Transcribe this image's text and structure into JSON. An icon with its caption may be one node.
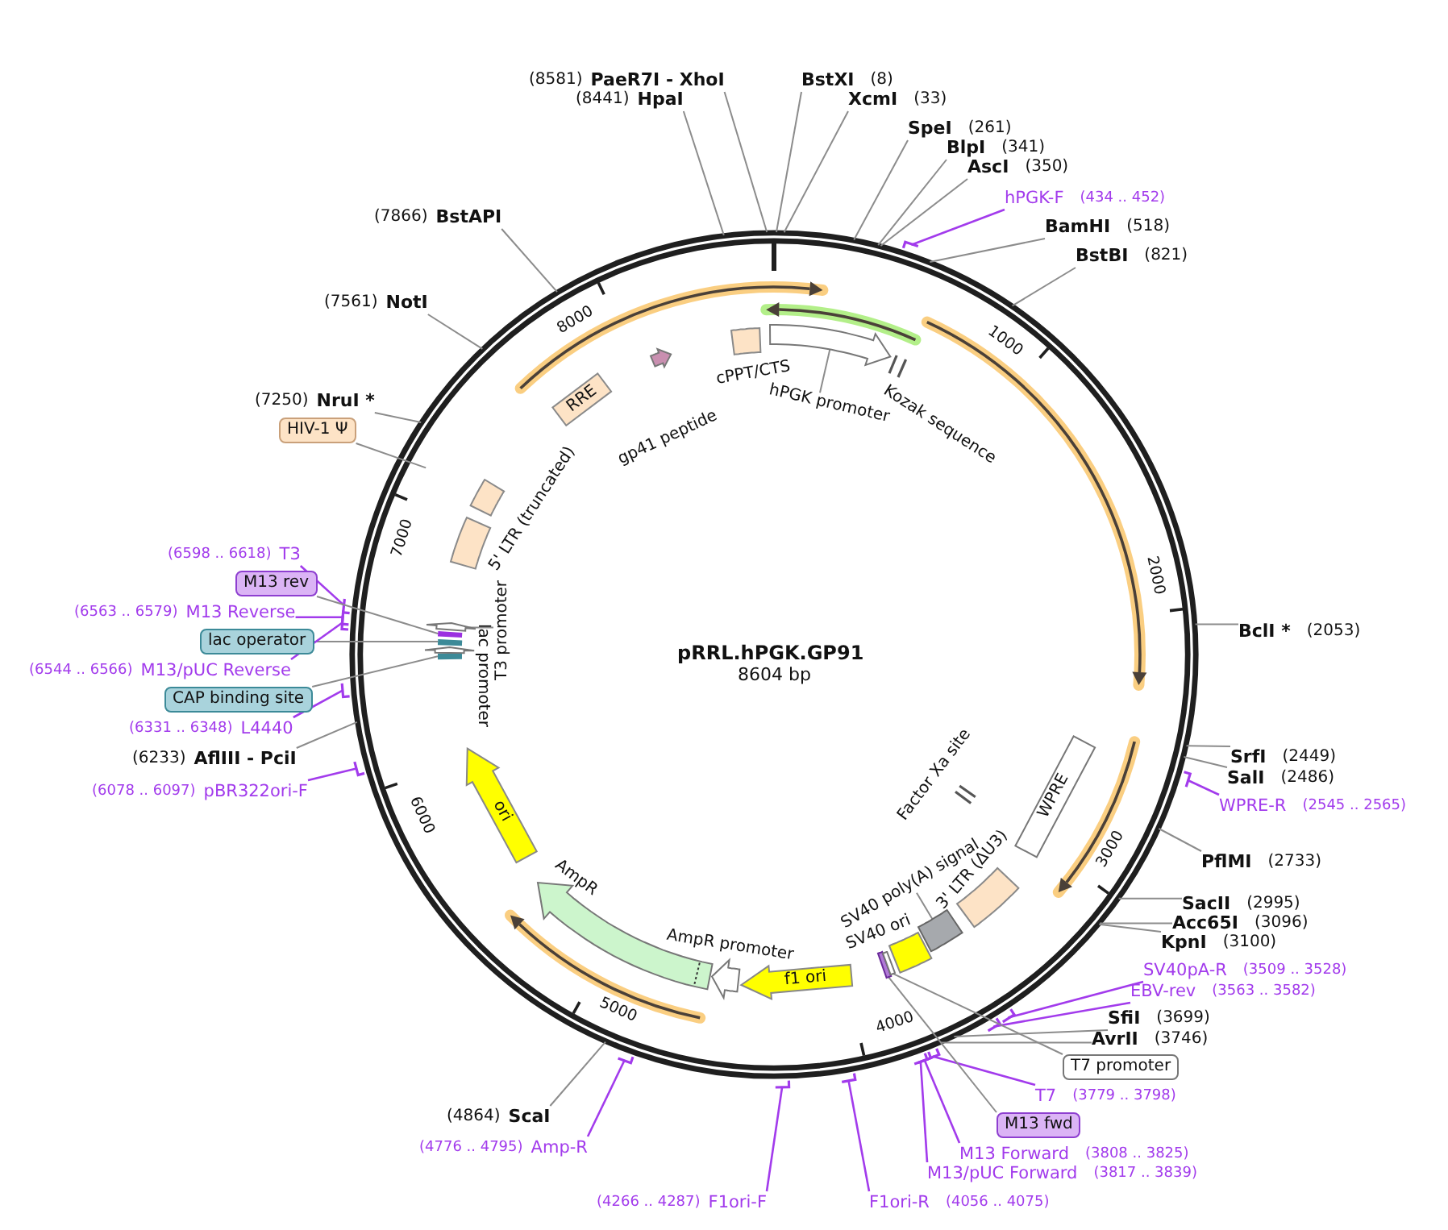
{
  "diagram": {
    "title": "pRRL.hPGK.GP91",
    "nodes": [
      {
        "text": [
          "(8581)",
          "PaeR7I - XhoI"
        ]
      },
      {
        "text": [
          "BstXI",
          "(8)"
        ]
      },
      {
        "text": [
          "(8441)",
          "HpaI"
        ]
      },
      {
        "text": [
          "XcmI",
          "(33)"
        ]
      },
      {
        "text": [
          "SpeI",
          "(261)"
        ]
      },
      {
        "text": [
          "BlpI",
          "(341)"
        ]
      },
      {
        "text": [
          "AscI",
          "(350)"
        ]
      },
      {
        "text": [
          "hPGK-F",
          "(434 .. 452)"
        ]
      },
      {
        "text": [
          "(7866)",
          "BstAPI"
        ]
      },
      {
        "text": [
          "BamHI",
          "(518)"
        ]
      },
      {
        "text": [
          "BstBI",
          "(821)"
        ]
      },
      {
        "text": [
          "(7561)",
          "NotI"
        ]
      },
      {
        "text": [],
        "shape": "box",
        "beside": [
          "cPPT/CTS"
        ]
      },
      {
        "text": [],
        "shape": "arrow"
      },
      {
        "text": [],
        "shape": "arrow"
      },
      {
        "text": [],
        "shape": "bar",
        "beside": [
          "Kozak sequence"
        ]
      },
      {
        "text": [
          "RRE"
        ]
      },
      {
        "text": [
          "hPGK promoter"
        ]
      },
      {
        "text": [
          "(7250)",
          "NruI *"
        ]
      },
      {
        "text": [
          "HIV-1 Ψ"
        ]
      },
      {
        "text": [],
        "shape": "box",
        "beside": [
          "5' LTR (truncated)"
        ]
      },
      {
        "text": [
          "(6598 .. 6618)",
          "T3"
        ]
      },
      {
        "text": [
          "M13 rev"
        ]
      },
      {
        "text": [
          "(6563 .. 6579)",
          "M13 Reverse"
        ]
      },
      {
        "text": [
          "BclI *",
          "(2053)"
        ]
      },
      {
        "text": [
          "lac operator"
        ]
      },
      {
        "text": [
          "T3 promoter"
        ]
      },
      {
        "text": [
          "(6544 .. 6566)",
          "M13/pUC Reverse"
        ]
      },
      {
        "text": [
          "CAP binding site"
        ]
      },
      {
        "text": [
          "(6331 .. 6348)",
          "L4440"
        ]
      },
      {
        "text": [
          "(6233)",
          "AflIII - PciI"
        ]
      },
      {
        "text": [
          "SrfI",
          "(2449)"
        ]
      },
      {
        "text": [
          "SalI",
          "(2486)"
        ]
      },
      {
        "text": [
          "(6078 .. 6097)",
          "pBR322ori-F"
        ]
      },
      {
        "text": [
          "WPRE-R",
          "(2545 .. 2565)"
        ]
      },
      {
        "text": [
          "WPRE"
        ]
      },
      {
        "text": [],
        "shape": "bar",
        "beside": [
          "Factor Xa site"
        ]
      },
      {
        "text": [
          "ori"
        ]
      },
      {
        "text": [
          "PflMI",
          "(2733)"
        ]
      },
      {
        "text": [],
        "shape": "box",
        "beside": [
          "3' LTR (ΔU3)"
        ]
      },
      {
        "text": [
          "SacII",
          "(2995)"
        ]
      },
      {
        "text": [
          "Acc65I",
          "(3096)"
        ]
      },
      {
        "text": [],
        "shape": "arrow",
        "beside": [
          "AmpR"
        ]
      },
      {
        "text": [
          "SV40 poly(A) signal"
        ]
      },
      {
        "text": [],
        "shape": "box"
      },
      {
        "text": [],
        "shape": "box",
        "beside": [
          "SV40 ori"
        ]
      },
      {
        "text": [
          "KpnI",
          "(3100)"
        ]
      },
      {
        "text": [],
        "shape": "arrow",
        "beside": [
          "AmpR promoter"
        ]
      },
      {
        "text": [
          "f1 ori"
        ]
      },
      {
        "text": [
          "SV40pA-R",
          "(3509 .. 3528)"
        ]
      },
      {
        "text": [
          "EBV-rev",
          "(3563 .. 3582)"
        ]
      },
      {
        "text": [
          "SfiI",
          "(3699)"
        ]
      },
      {
        "text": [
          "AvrII",
          "(3746)"
        ]
      },
      {
        "text": [
          "T7 promoter"
        ]
      },
      {
        "text": [
          "T7",
          "(3779 .. 3798)"
        ]
      },
      {
        "text": [
          "(4864)",
          "ScaI"
        ]
      },
      {
        "text": [
          "M13 fwd"
        ]
      },
      {
        "text": [
          "(4776 .. 4795)",
          "Amp-R"
        ]
      },
      {
        "text": [
          "M13 Forward",
          "(3808 .. 3825)"
        ]
      },
      {
        "text": [
          "M13/pUC Forward",
          "(3817 .. 3839)"
        ]
      },
      {
        "text": [
          "(4266 .. 4287)",
          "F1ori-F"
        ]
      },
      {
        "text": [
          "F1ori-R",
          "(4056 .. 4075)"
        ]
      },
      {
        "text": [],
        "shape": "arrow"
      },
      {
        "text": [],
        "shape": "box"
      },
      {
        "text": [],
        "shape": "box"
      },
      {
        "text": [],
        "shape": "arrow",
        "beside": [
          "lac promoter"
        ]
      },
      {
        "text": [],
        "shape": "box"
      },
      {
        "text": [],
        "shape": "box"
      },
      {
        "text": [],
        "shape": "box"
      }
    ],
    "edges": [
      {
        "from": 0,
        "to": null,
        "arrow": "none"
      },
      {
        "from": 1,
        "to": null,
        "arrow": "none"
      },
      {
        "from": 2,
        "to": null,
        "arrow": "none"
      },
      {
        "from": 3,
        "to": null,
        "arrow": "none"
      },
      {
        "from": 4,
        "to": null,
        "arrow": "none"
      },
      {
        "from": 5,
        "to": null,
        "arrow": "none"
      },
      {
        "from": 6,
        "to": null,
        "arrow": "none"
      },
      {
        "from": 7,
        "to": null,
        "arrow": "none",
        "color": "#a23bec"
      },
      {
        "from": 8,
        "to": null,
        "arrow": "none"
      },
      {
        "from": 9,
        "to": null,
        "arrow": "none"
      },
      {
        "from": 10,
        "to": null,
        "arrow": "none"
      },
      {
        "from": 11,
        "to": null,
        "arrow": "none"
      },
      {
        "from": 17,
        "to": 13,
        "arrow": "none"
      },
      {
        "from": 18,
        "to": null,
        "arrow": "none"
      },
      {
        "from": 19,
        "to": null,
        "arrow": "none"
      },
      {
        "from": 21,
        "to": null,
        "arrow": "none",
        "color": "#a23bec"
      },
      {
        "from": 22,
        "to": 63,
        "arrow": "none"
      },
      {
        "from": 23,
        "to": null,
        "arrow": "none",
        "color": "#a23bec"
      },
      {
        "from": 24,
        "to": null,
        "arrow": "none"
      },
      {
        "from": 25,
        "to": 64,
        "arrow": "none"
      },
      {
        "from": 26,
        "to": 62,
        "arrow": "none"
      },
      {
        "from": 27,
        "to": null,
        "arrow": "none",
        "color": "#a23bec"
      },
      {
        "from": 28,
        "to": 66,
        "arrow": "none"
      },
      {
        "from": 29,
        "to": null,
        "arrow": "none",
        "color": "#a23bec"
      },
      {
        "from": 30,
        "to": null,
        "arrow": "none"
      },
      {
        "from": 31,
        "to": null,
        "arrow": "none"
      },
      {
        "from": 32,
        "to": null,
        "arrow": "none"
      },
      {
        "from": 33,
        "to": null,
        "arrow": "none",
        "color": "#a23bec"
      },
      {
        "from": 34,
        "to": null,
        "arrow": "none",
        "color": "#a23bec"
      },
      {
        "from": 38,
        "to": null,
        "arrow": "none"
      },
      {
        "from": 40,
        "to": null,
        "arrow": "none"
      },
      {
        "from": 41,
        "to": null,
        "arrow": "none"
      },
      {
        "from": 43,
        "to": 44,
        "arrow": "none"
      },
      {
        "from": 46,
        "to": null,
        "arrow": "none"
      },
      {
        "from": 49,
        "to": null,
        "arrow": "none",
        "color": "#a23bec"
      },
      {
        "from": 50,
        "to": null,
        "arrow": "none",
        "color": "#a23bec"
      },
      {
        "from": 51,
        "to": null,
        "arrow": "none"
      },
      {
        "from": 52,
        "to": null,
        "arrow": "none"
      },
      {
        "from": 53,
        "to": 68,
        "arrow": "none"
      },
      {
        "from": 54,
        "to": null,
        "arrow": "none",
        "color": "#a23bec"
      },
      {
        "from": 55,
        "to": null,
        "arrow": "none"
      },
      {
        "from": 56,
        "to": 67,
        "arrow": "none"
      },
      {
        "from": 57,
        "to": null,
        "arrow": "none",
        "color": "#a23bec"
      },
      {
        "from": 58,
        "to": null,
        "arrow": "none",
        "color": "#a23bec"
      },
      {
        "from": 59,
        "to": null,
        "arrow": "none",
        "color": "#a23bec"
      },
      {
        "from": 60,
        "to": null,
        "arrow": "none",
        "color": "#a23bec"
      },
      {
        "from": 61,
        "to": null,
        "arrow": "none",
        "color": "#a23bec"
      }
    ],
    "labels": [
      "8000",
      "1000",
      "gp41 peptide",
      "7000",
      "2000",
      "8604 bp",
      "6000",
      "3000",
      "5000",
      "4000"
    ]
  }
}
